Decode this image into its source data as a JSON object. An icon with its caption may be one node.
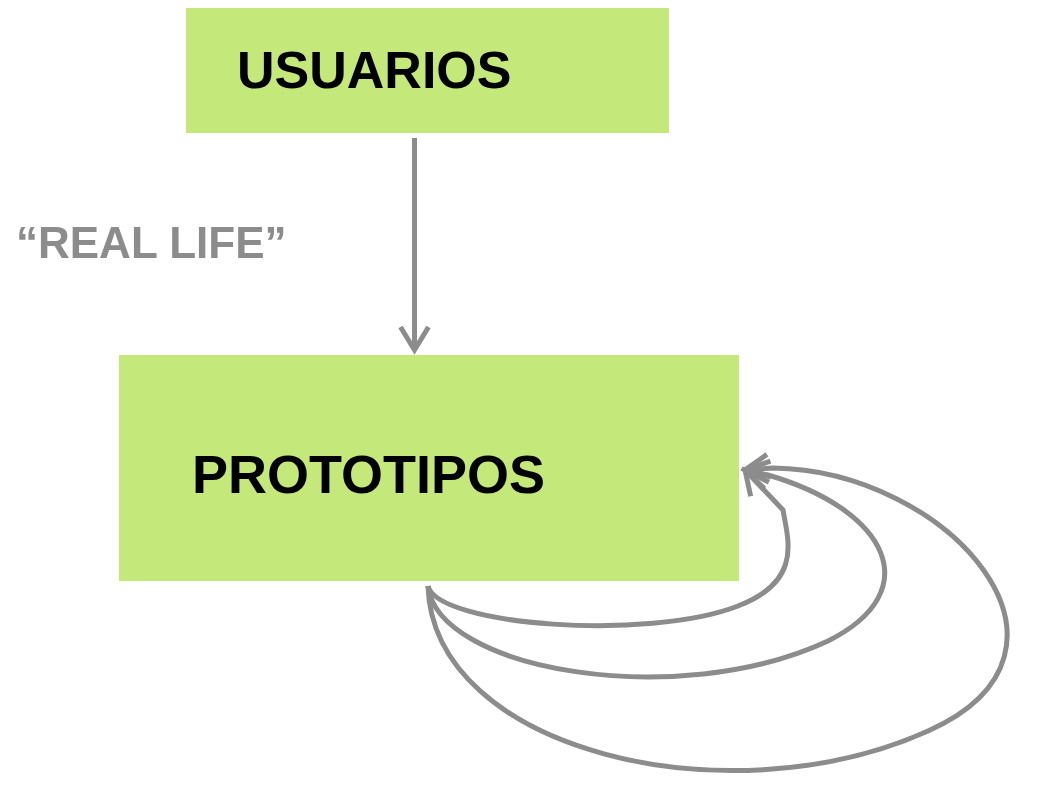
{
  "diagram": {
    "nodes": [
      {
        "text": [
          "USUARIOS"
        ]
      },
      {
        "text": [
          "PROTOTIPOS"
        ]
      }
    ],
    "edges": [
      {
        "from": 0,
        "to": 1,
        "arrow": "to",
        "label": "“REAL LIFE”"
      },
      {
        "from": 1,
        "to": 1,
        "arrow": "to"
      },
      {
        "from": 1,
        "to": 1,
        "arrow": "to"
      },
      {
        "from": 1,
        "to": 1,
        "arrow": "to"
      }
    ]
  }
}
